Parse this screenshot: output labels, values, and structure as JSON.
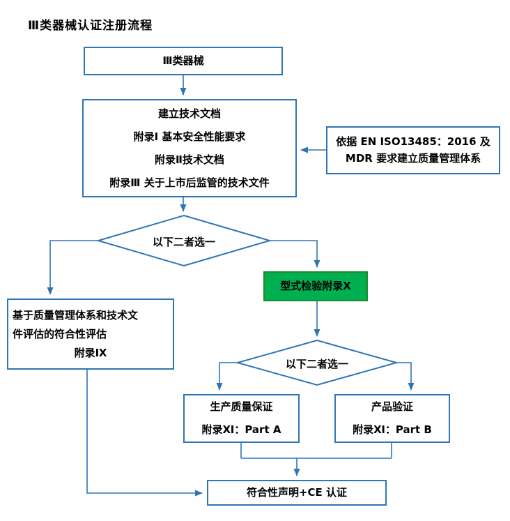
{
  "title": "Ⅲ类器械认证注册流程",
  "colors": {
    "box_border": "#2E75B6",
    "arrow": "#2E75B6",
    "highlight_fill": "#00B050",
    "text": "#000000"
  },
  "nodes": {
    "start": {
      "label": "Ⅲ类器械"
    },
    "tech_doc": {
      "lines": [
        "建立技术文档",
        "附录Ⅰ  基本安全性能要求",
        "附录Ⅱ技术文档",
        "附录Ⅲ 关于上市后监管的技术文件"
      ]
    },
    "qms": {
      "lines": [
        "依据 EN  ISO13485：2016 及",
        "MDR 要求建立质量管理体系"
      ]
    },
    "decision1": {
      "label": "以下二者选一"
    },
    "annex9": {
      "lines": [
        "基于质量管理体系和技术文",
        "件评估的符合性评估",
        "附录Ⅸ"
      ]
    },
    "type_test": {
      "label": "型式检验附录Ⅹ"
    },
    "decision2": {
      "label": "以下二者选一"
    },
    "part_a": {
      "lines": [
        "生产质量保证",
        "附录Ⅺ：Part A"
      ]
    },
    "part_b": {
      "lines": [
        "产品验证",
        "附录Ⅺ：Part B"
      ]
    },
    "final": {
      "label": "符合性声明+CE 认证"
    }
  }
}
